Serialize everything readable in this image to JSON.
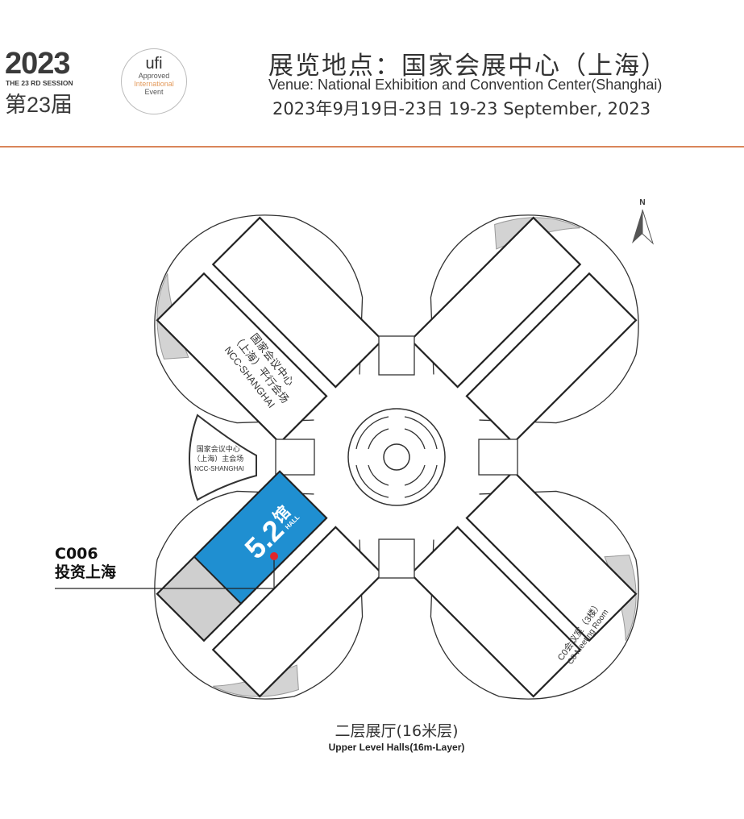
{
  "header": {
    "year": "2023",
    "session": "THE 23 RD SESSION",
    "edition": "第23届",
    "ufi_logo": {
      "brand": "ufi",
      "line1": "Approved",
      "line2": "International",
      "line3": "Event"
    },
    "title_cn": "展览地点：国家会展中心（上海）",
    "venue_en": "Venue:  National Exhibition and Convention Center(Shanghai)",
    "dates": "2023年9月19日-23日     19-23 September, 2023"
  },
  "map": {
    "north_label": "N",
    "ncc_parallel": {
      "line1": "国家会议中心",
      "line2": "（上海）平行会场",
      "line3": "NCC-SHANGHAI"
    },
    "ncc_main": {
      "line1": "国家会议中心",
      "line2": "（上海）主会场",
      "line3": "NCC-SHANGHAI"
    },
    "hall": {
      "number": "5.2",
      "cn": "馆",
      "en": "HALL"
    },
    "meeting_room": {
      "cn": "C0会议室（3楼）",
      "en": "C0 Meeting Room"
    },
    "booth": {
      "code": "C006",
      "name": "投资上海"
    },
    "caption_cn": "二层展厅(16米层)",
    "caption_en": "Upper Level Halls(16m-Layer)"
  },
  "colors": {
    "accent_line": "#d9855a",
    "hall_highlight": "#1f8fd1",
    "marker": "#e0262b",
    "grey_area": "#d3d3d3"
  }
}
